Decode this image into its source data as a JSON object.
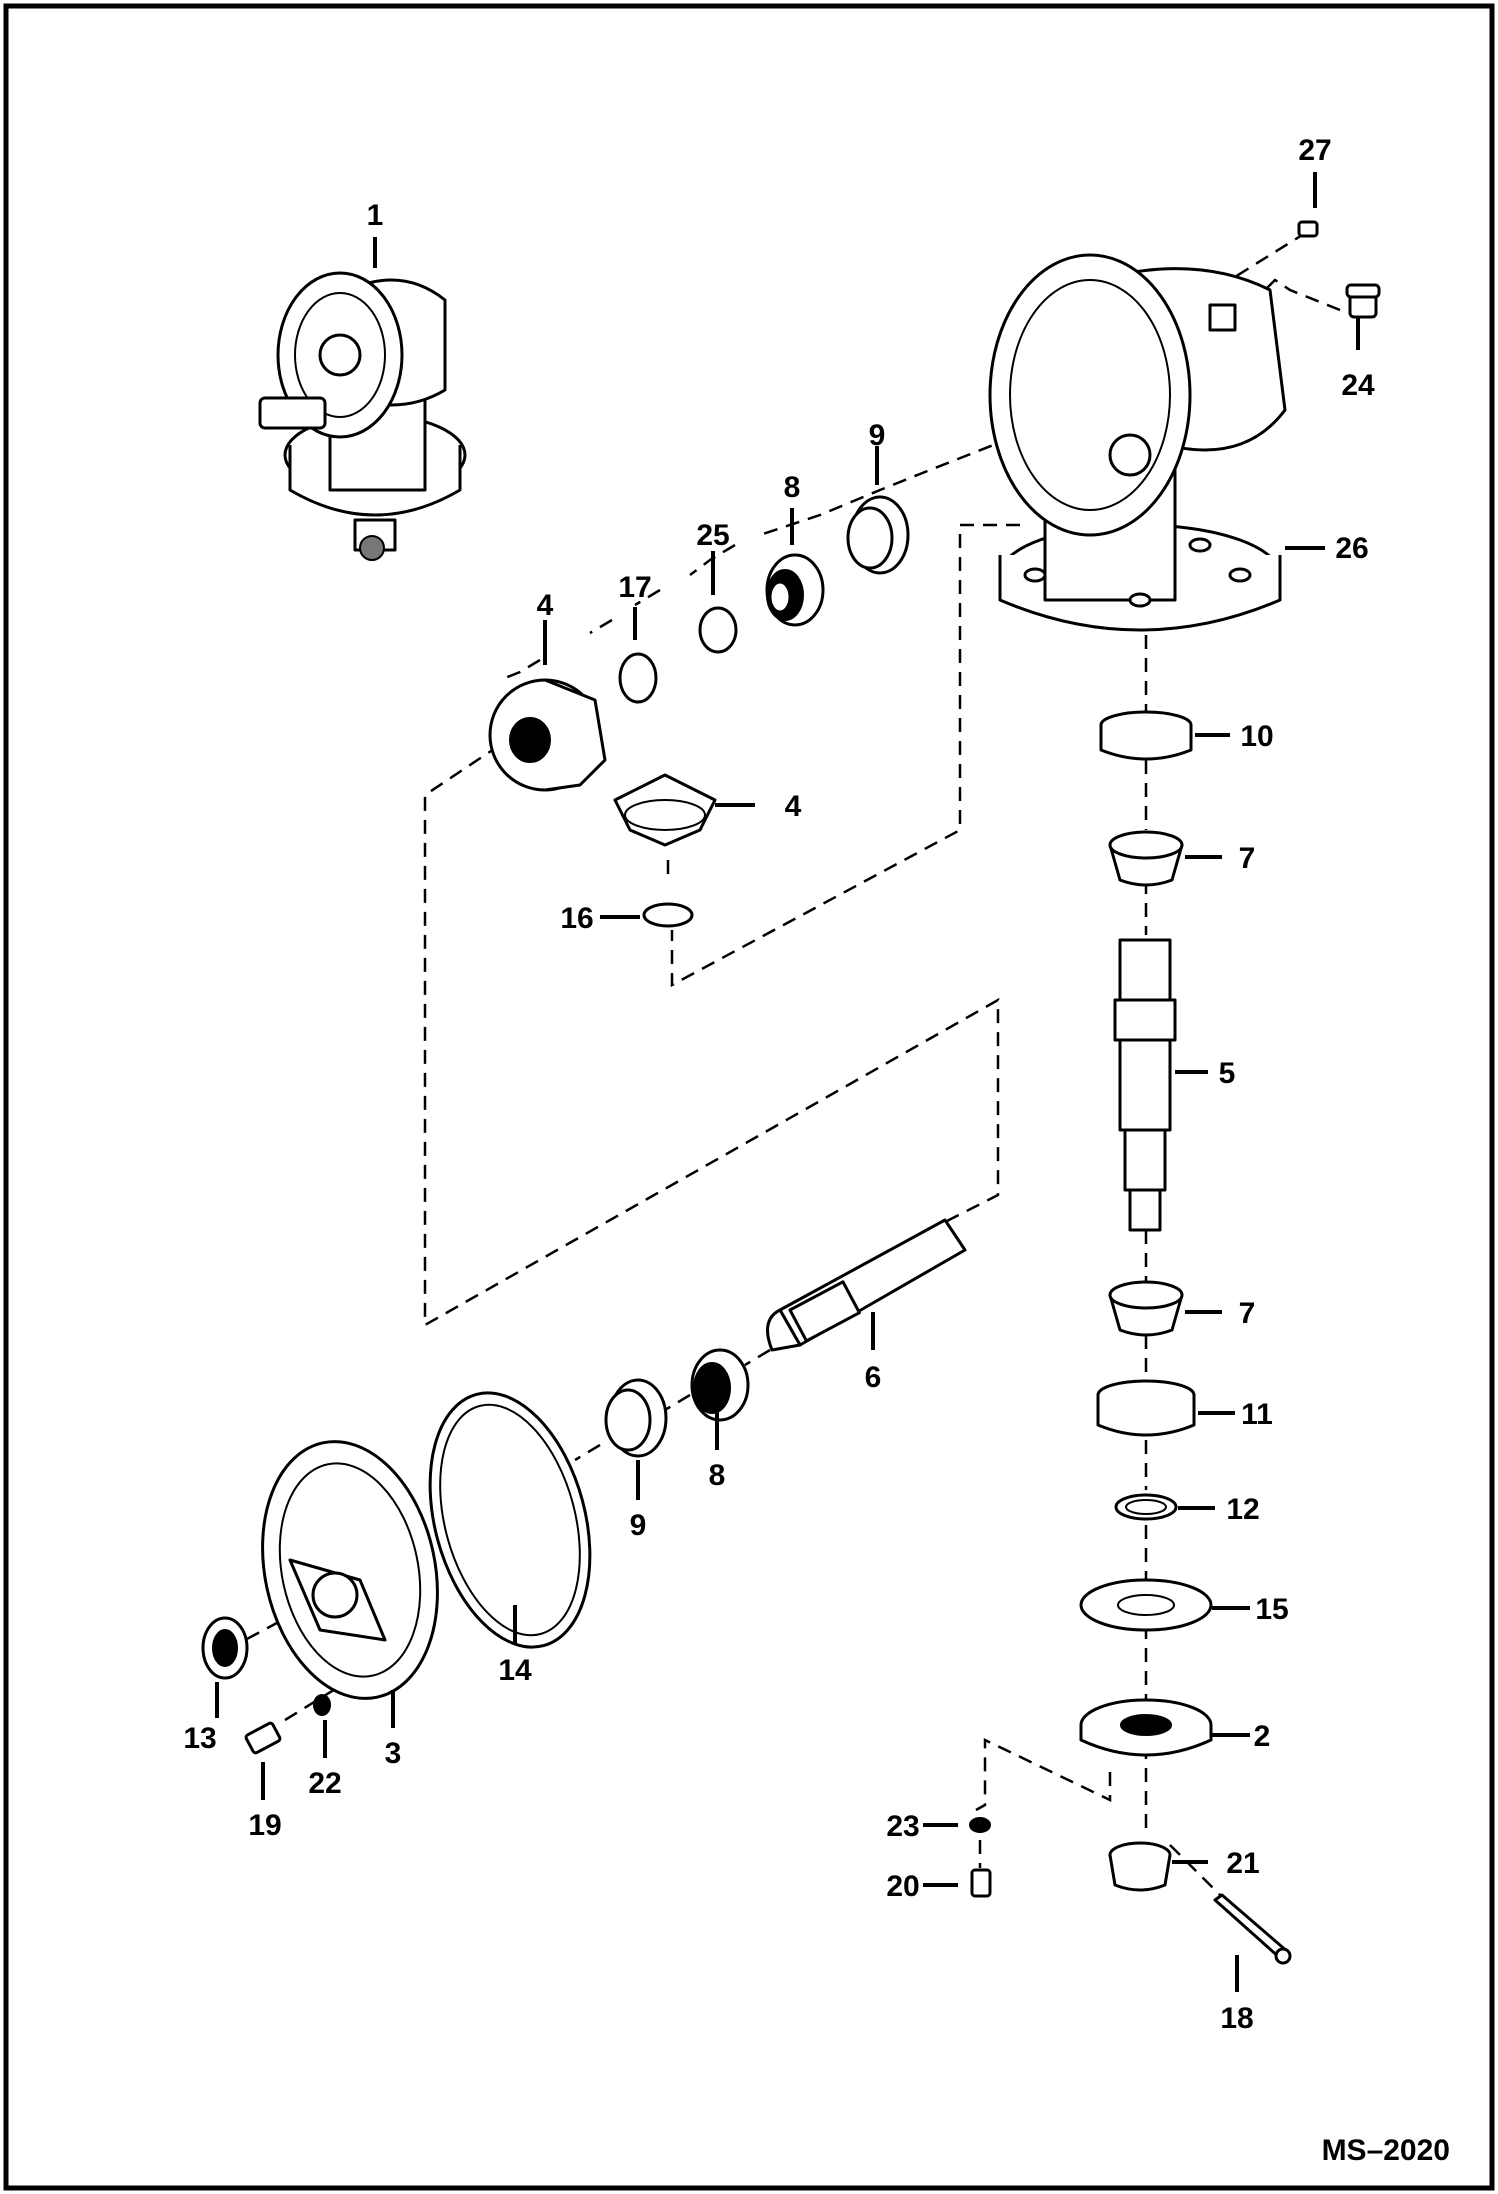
{
  "diagram": {
    "drawing_code": "MS–2020",
    "callouts": [
      {
        "id": "c1",
        "text": "1"
      },
      {
        "id": "c27",
        "text": "27"
      },
      {
        "id": "c24",
        "text": "24"
      },
      {
        "id": "c9a",
        "text": "9"
      },
      {
        "id": "c8a",
        "text": "8"
      },
      {
        "id": "c25",
        "text": "25"
      },
      {
        "id": "c26",
        "text": "26"
      },
      {
        "id": "c4a",
        "text": "4"
      },
      {
        "id": "c17",
        "text": "17"
      },
      {
        "id": "c10",
        "text": "10"
      },
      {
        "id": "c4b",
        "text": "4"
      },
      {
        "id": "c7a",
        "text": "7"
      },
      {
        "id": "c16",
        "text": "16"
      },
      {
        "id": "c5",
        "text": "5"
      },
      {
        "id": "c7b",
        "text": "7"
      },
      {
        "id": "c6",
        "text": "6"
      },
      {
        "id": "c11",
        "text": "11"
      },
      {
        "id": "c8b",
        "text": "8"
      },
      {
        "id": "c9b",
        "text": "9"
      },
      {
        "id": "c12",
        "text": "12"
      },
      {
        "id": "c15",
        "text": "15"
      },
      {
        "id": "c14",
        "text": "14"
      },
      {
        "id": "c2",
        "text": "2"
      },
      {
        "id": "c13",
        "text": "13"
      },
      {
        "id": "c3",
        "text": "3"
      },
      {
        "id": "c22",
        "text": "22"
      },
      {
        "id": "c19",
        "text": "19"
      },
      {
        "id": "c23",
        "text": "23"
      },
      {
        "id": "c21",
        "text": "21"
      },
      {
        "id": "c20",
        "text": "20"
      },
      {
        "id": "c18",
        "text": "18"
      }
    ]
  }
}
